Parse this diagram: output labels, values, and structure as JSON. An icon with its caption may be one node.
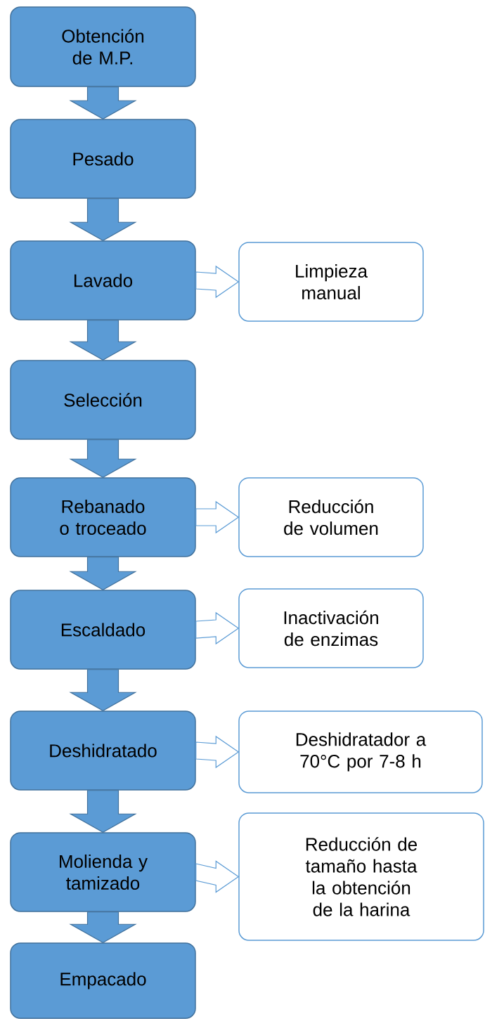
{
  "diagram": {
    "nodes": [
      {
        "text": [
          "Obtención de M.P."
        ]
      },
      {
        "text": [
          "Pesado"
        ]
      },
      {
        "text": [
          "Lavado"
        ]
      },
      {
        "text": [
          "Limpieza manual"
        ]
      },
      {
        "text": [
          "Selección"
        ]
      },
      {
        "text": [
          "Rebanado o troceado"
        ]
      },
      {
        "text": [
          "Reducción de volumen"
        ]
      },
      {
        "text": [
          "Escaldado"
        ]
      },
      {
        "text": [
          "Inactivación de enzimas"
        ]
      },
      {
        "text": [
          "Deshidratado"
        ]
      },
      {
        "text": [
          "Deshidratador a 70°C por 7-8 h"
        ]
      },
      {
        "text": [
          "Molienda y tamizado"
        ]
      },
      {
        "text": [
          "Reducción de tamaño hasta la obtención de la harina"
        ]
      },
      {
        "text": [
          "Empacado"
        ]
      }
    ],
    "edges": [
      {
        "from": 0,
        "to": 1,
        "arrow": "to"
      },
      {
        "from": 1,
        "to": 2,
        "arrow": "to"
      },
      {
        "from": 2,
        "to": 3,
        "arrow": "to"
      },
      {
        "from": 2,
        "to": 4,
        "arrow": "to"
      },
      {
        "from": 4,
        "to": 5,
        "arrow": "to"
      },
      {
        "from": 5,
        "to": 6,
        "arrow": "to"
      },
      {
        "from": 5,
        "to": 7,
        "arrow": "to"
      },
      {
        "from": 7,
        "to": 8,
        "arrow": "to"
      },
      {
        "from": 7,
        "to": 9,
        "arrow": "to"
      },
      {
        "from": 9,
        "to": 10,
        "arrow": "to"
      },
      {
        "from": 9,
        "to": 11,
        "arrow": "to"
      },
      {
        "from": 11,
        "to": 12,
        "arrow": "to"
      },
      {
        "from": 11,
        "to": 13,
        "arrow": "to"
      }
    ]
  }
}
